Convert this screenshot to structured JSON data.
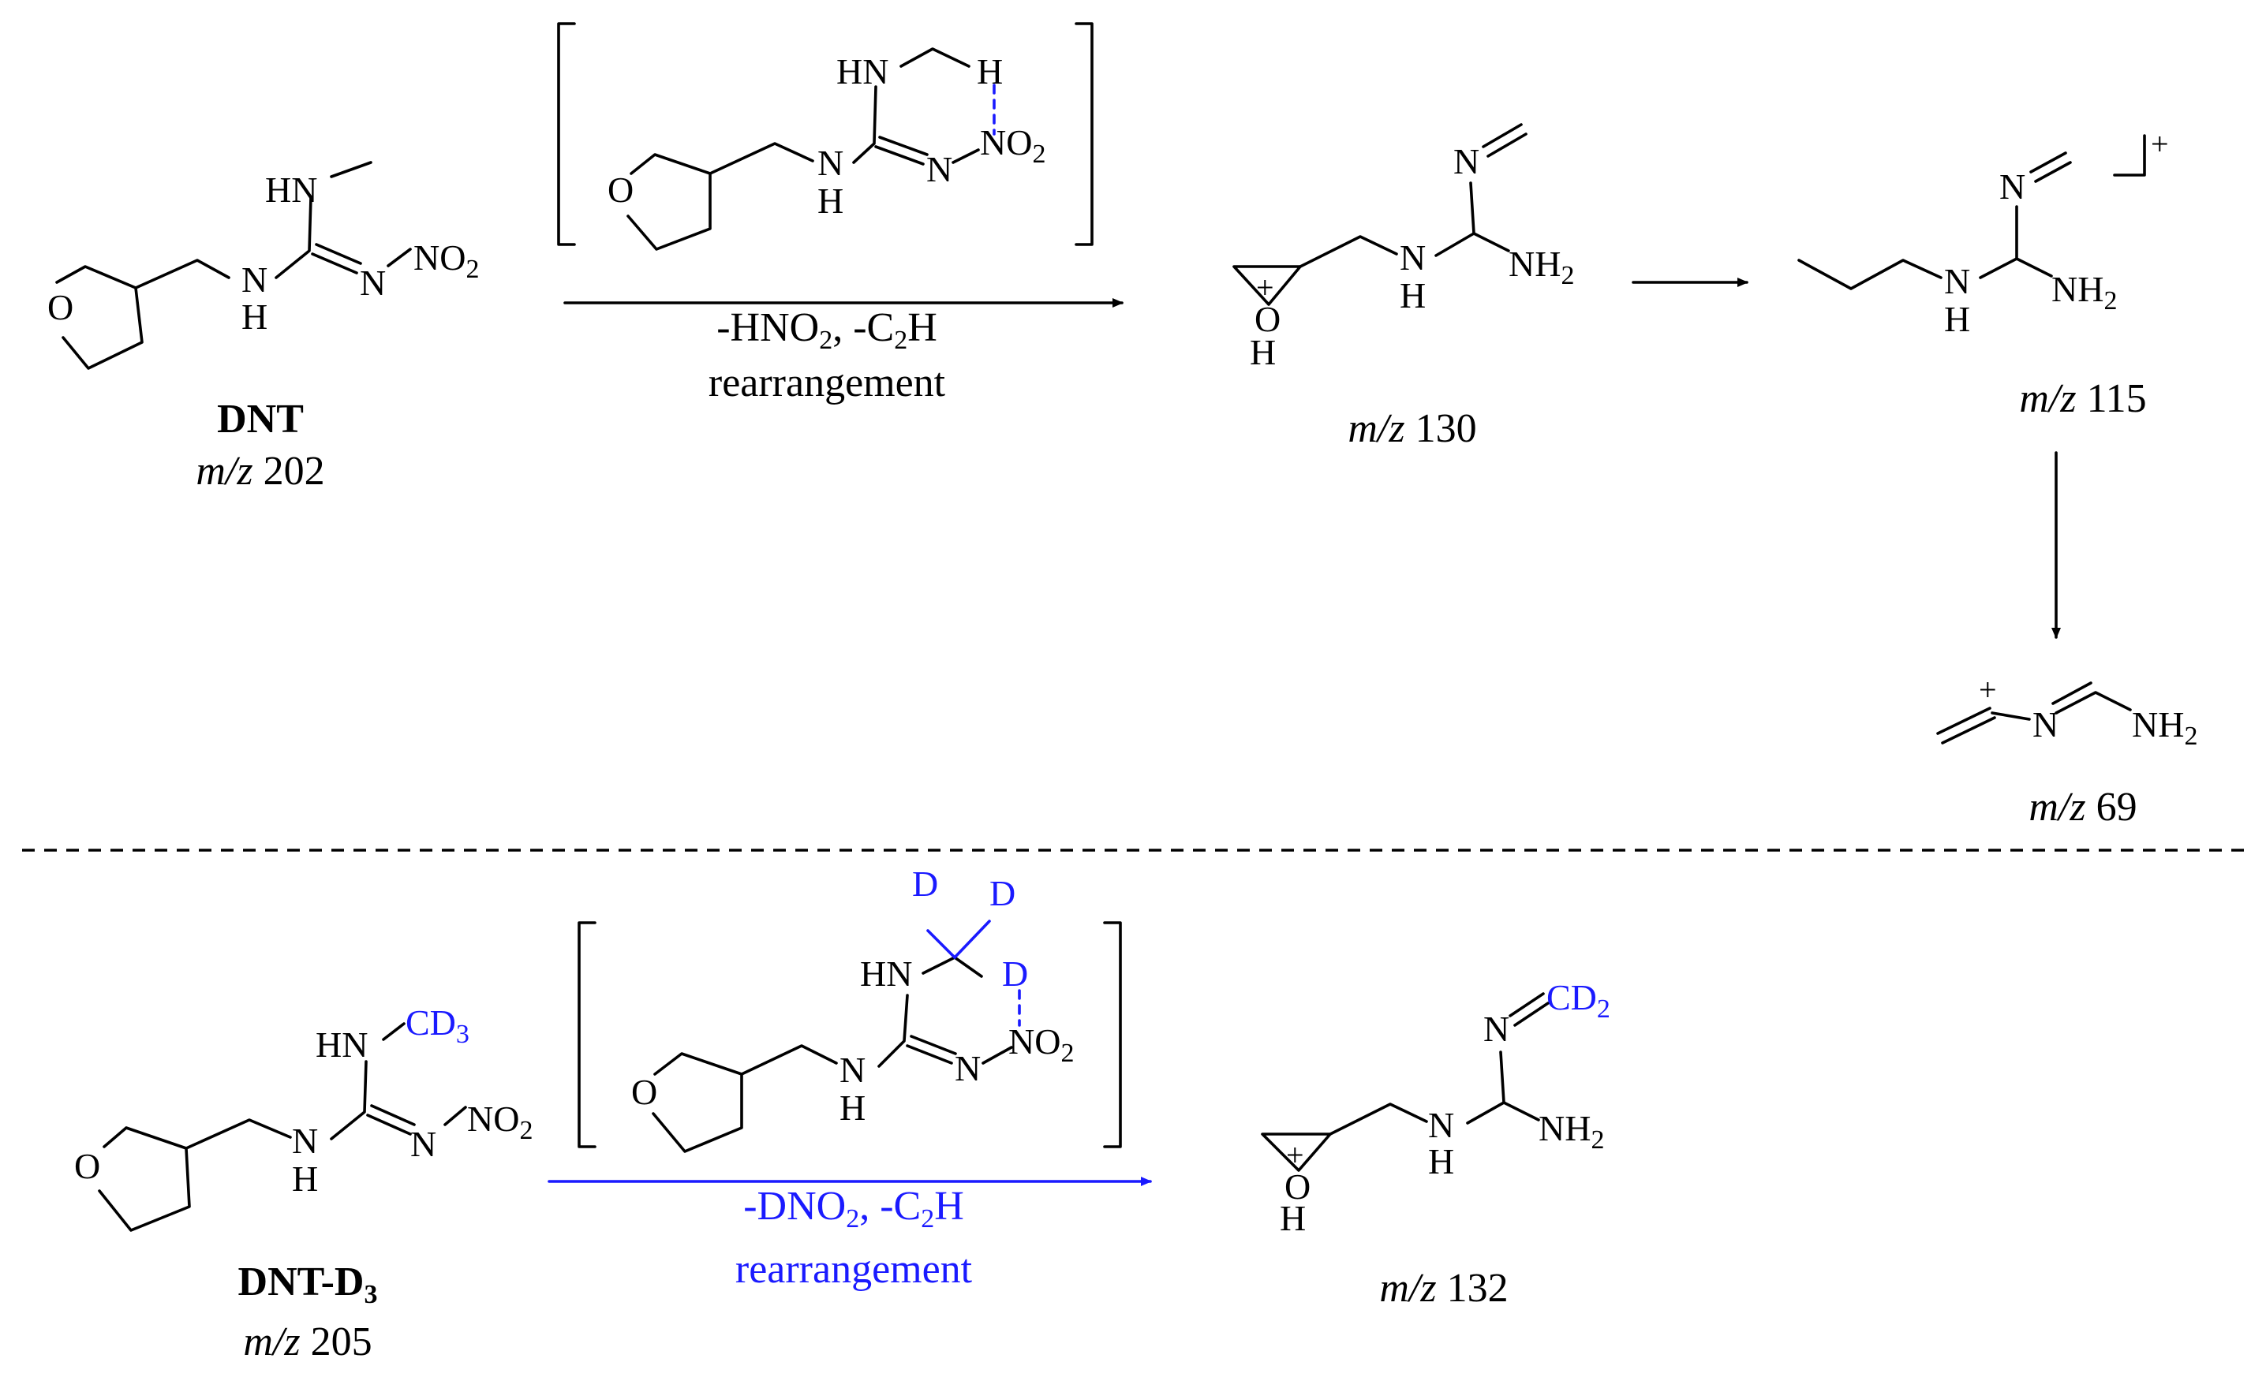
{
  "colors": {
    "ink": "#000000",
    "deuterium": "#1a1aff",
    "background": "#ffffff"
  },
  "atoms": {
    "ring_o": "O",
    "nh": "N",
    "h": "H",
    "hn": "HN",
    "n": "N",
    "no2_main": "NO",
    "no2_sub": "2",
    "nh2_main": "NH",
    "nh2_sub": "2",
    "d": "D",
    "cd3_main": "CD",
    "cd3_sub": "3",
    "cd2_main": "CD",
    "cd2_sub": "2",
    "plus": "+",
    "ion_bracket_charge": "+"
  },
  "compounds": {
    "dnt": {
      "name": "DNT",
      "mz_prefix": "m/z",
      "mz_value": "202"
    },
    "dnt_d3": {
      "name_main": "DNT-D",
      "name_sub": "3",
      "mz_prefix": "m/z",
      "mz_value": "205"
    },
    "frag_130": {
      "mz_prefix": "m/z",
      "mz_value": "130"
    },
    "frag_115": {
      "mz_prefix": "m/z",
      "mz_value": "115"
    },
    "frag_69": {
      "mz_prefix": "m/z",
      "mz_value": "69"
    },
    "frag_132": {
      "mz_prefix": "m/z",
      "mz_value": "132"
    }
  },
  "reactions": {
    "top": {
      "loss_a": "-HNO",
      "loss_a_sub": "2",
      "loss_b": ", -C",
      "loss_b_sub": "2",
      "loss_b_end": "H",
      "label": "rearrangement"
    },
    "bottom": {
      "loss_a": "-DNO",
      "loss_a_sub": "2",
      "loss_b": ", -C",
      "loss_b_sub": "2",
      "loss_b_end": "H",
      "label": "rearrangement"
    }
  }
}
